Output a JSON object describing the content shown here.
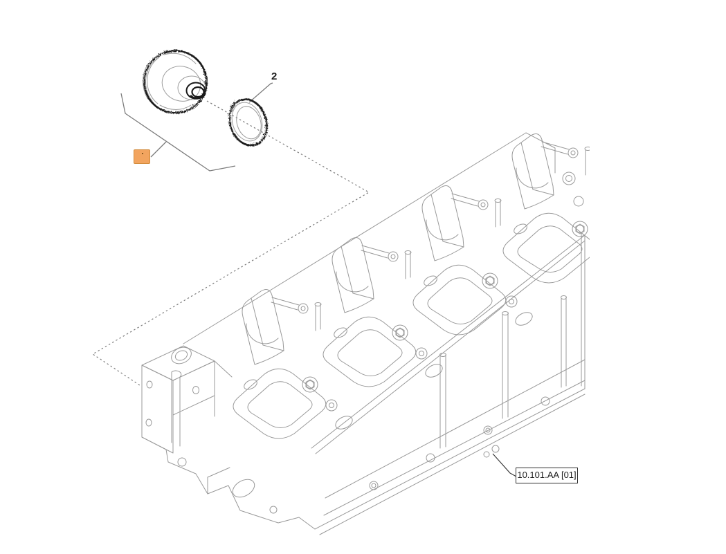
{
  "diagram": {
    "kind": "engine-parts-exploded-view",
    "part_labels": {
      "gasket_callout": "2"
    },
    "reference_box": {
      "label": "10.101.AA [01]"
    },
    "highlight_marker": {
      "fill": "#f2a45f",
      "border": "#d18a3a"
    },
    "colors": {
      "background": "#ffffff",
      "part_outline": "#1a1a1a",
      "engine_linework": "#999999",
      "leader_lines": "#7c7c7c"
    }
  }
}
